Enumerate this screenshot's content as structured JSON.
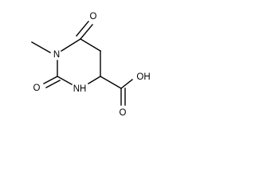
{
  "molecule": {
    "labels": {
      "n1": "N",
      "n3": "NH",
      "o_top": "O",
      "o_left": "O",
      "acid": "OH",
      "o_acid": "O"
    },
    "colors": {
      "bond": "#000000",
      "text": "#000000",
      "background": "#ffffff"
    }
  }
}
